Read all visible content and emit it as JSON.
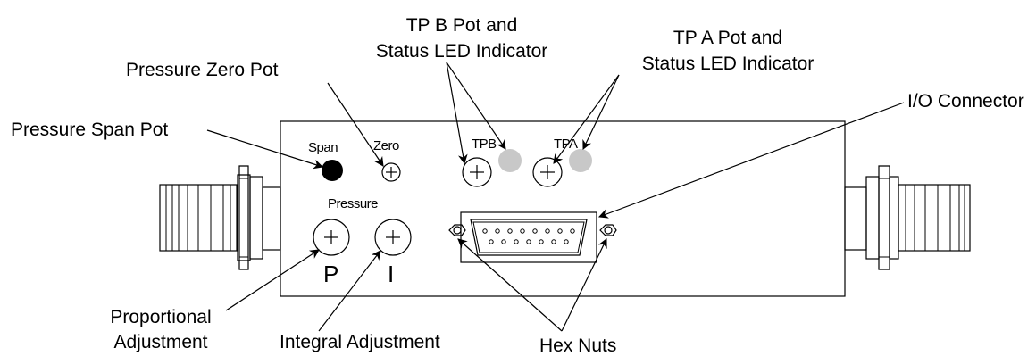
{
  "callouts": {
    "tpb_line1": "TP B Pot and",
    "tpb_line2": "Status LED Indicator",
    "tpa_line1": "TP A Pot and",
    "tpa_line2": "Status LED Indicator",
    "pressure_zero": "Pressure Zero Pot",
    "pressure_span": "Pressure Span Pot",
    "io_connector": "I/O Connector",
    "proportional_line1": "Proportional",
    "proportional_line2": "Adjustment",
    "integral": "Integral Adjustment",
    "hex_nuts": "Hex Nuts"
  },
  "panel": {
    "span": "Span",
    "zero": "Zero",
    "tpb": "TPB",
    "tpa": "TPA",
    "pressure": "Pressure",
    "p": "P",
    "i": "I"
  },
  "colors": {
    "led": "#c8c8c8",
    "span_pot": "#000000"
  }
}
